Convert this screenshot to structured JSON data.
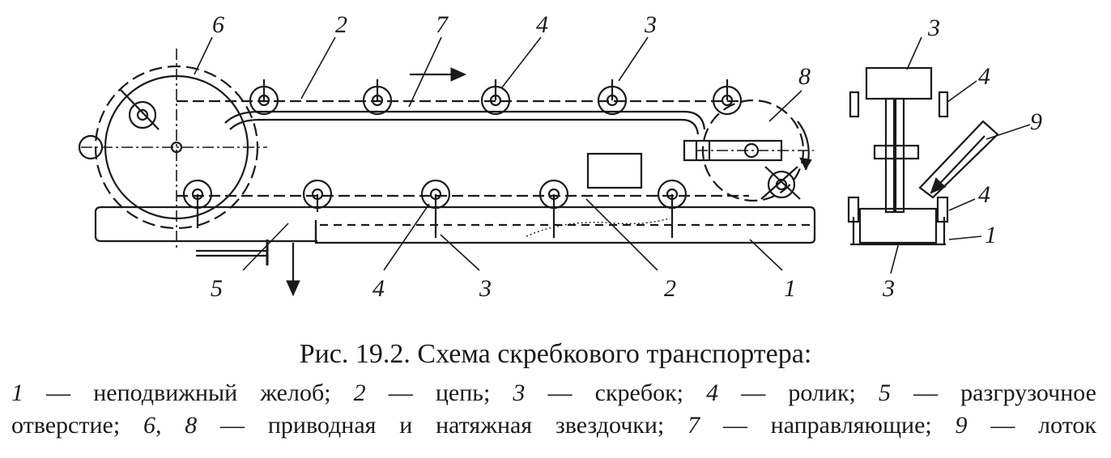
{
  "figure": {
    "callouts": {
      "c6_top": "6",
      "c2_top": "2",
      "c7_top": "7",
      "c4_top": "4",
      "c3_top": "3",
      "c8_top": "8",
      "c5_bottom": "5",
      "c4_bottom": "4",
      "c3_bottom": "3",
      "c2_bottom": "2",
      "c1_bottom": "1",
      "side_3_top": "3",
      "side_4_top": "4",
      "side_9": "9",
      "side_4_bottom": "4",
      "side_1": "1",
      "side_3_bottom": "3"
    }
  },
  "caption": {
    "title": "Рис. 19.2. Схема скребкового транспортера:",
    "line1": [
      {
        "num": "1",
        "text": " — неподвижный желоб; "
      },
      {
        "num": "2",
        "text": " — цепь; "
      },
      {
        "num": "3",
        "text": " — скребок; "
      },
      {
        "num": "4",
        "text": " — ролик; "
      },
      {
        "num": "5",
        "text": " — разгрузочное"
      }
    ],
    "line2": [
      {
        "num": "",
        "text": "отверстие; "
      },
      {
        "num": "6",
        "text": ", "
      },
      {
        "num": "8",
        "text": " — приводная и натяжная звездочки; "
      },
      {
        "num": "7",
        "text": " — направляющие; "
      },
      {
        "num": "9",
        "text": " — лоток"
      }
    ]
  }
}
